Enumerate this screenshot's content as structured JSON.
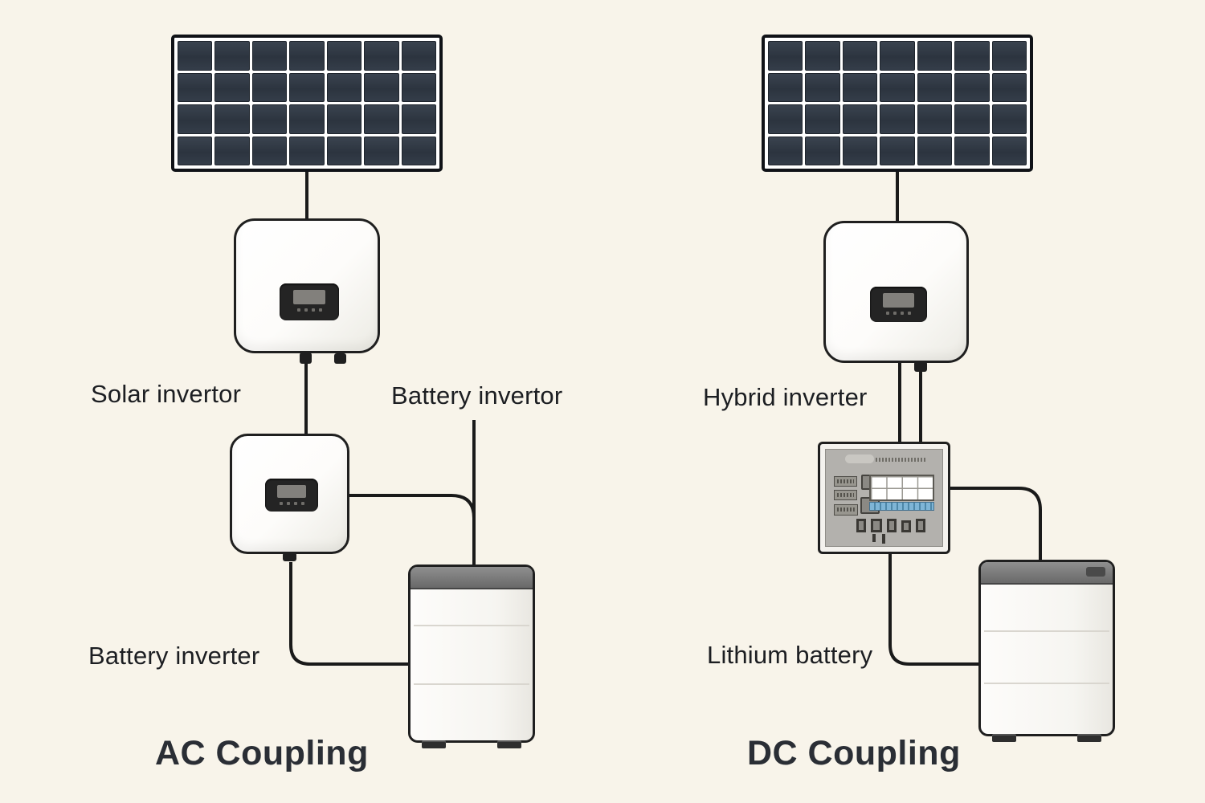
{
  "colors": {
    "background": "#f8f4ea",
    "line": "#1a1a1a",
    "solar_cell": "#303945",
    "display": "#242424",
    "battery_cap": "#757575",
    "control_panel": "#b3b1ad",
    "terminal_strip": "#7fb5d6",
    "title_text": "#2a2e35"
  },
  "solar_panel_grid": {
    "rows": 4,
    "columns": 7
  },
  "ac_diagram": {
    "title": "AC Coupling",
    "labels": {
      "solar_inverter": "Solar invertor",
      "battery_inverter_callout": "Battery invertor",
      "battery_inverter": "Battery inverter"
    }
  },
  "dc_diagram": {
    "title": "DC Coupling",
    "labels": {
      "hybrid_inverter": "Hybrid inverter",
      "lithium_battery": "Lithium battery"
    }
  }
}
